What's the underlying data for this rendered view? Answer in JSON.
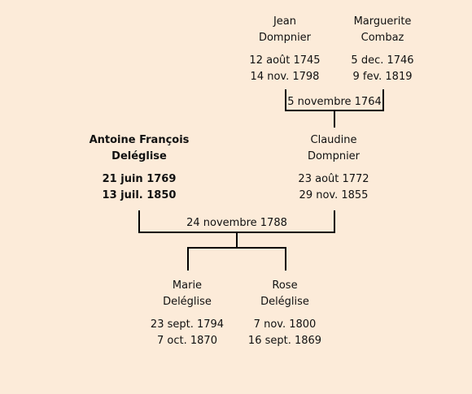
{
  "people": {
    "jean": {
      "first": "Jean",
      "last": "Dompnier",
      "birth": "12 août 1745",
      "death": "14 nov. 1798"
    },
    "marguerite": {
      "first": "Marguerite",
      "last": "Combaz",
      "birth": "5 dec. 1746",
      "death": "9 fev. 1819"
    },
    "antoine": {
      "first": "Antoine François",
      "last": "Deléglise",
      "birth": "21 juin 1769",
      "death": "13 juil. 1850"
    },
    "claudine": {
      "first": "Claudine",
      "last": "Dompnier",
      "birth": "23 août 1772",
      "death": "29 nov. 1855"
    },
    "marie": {
      "first": "Marie",
      "last": "Deléglise",
      "birth": "23 sept. 1794",
      "death": "7 oct. 1870"
    },
    "rose": {
      "first": "Rose",
      "last": "Deléglise",
      "birth": "7 nov. 1800",
      "death": "16 sept. 1869"
    }
  },
  "marriages": {
    "jean_marguerite": "5 novembre 1764",
    "antoine_claudine": "24 novembre 1788"
  },
  "colors": {
    "background": "#fcebd9",
    "line": "#000000",
    "text": "#111111"
  }
}
